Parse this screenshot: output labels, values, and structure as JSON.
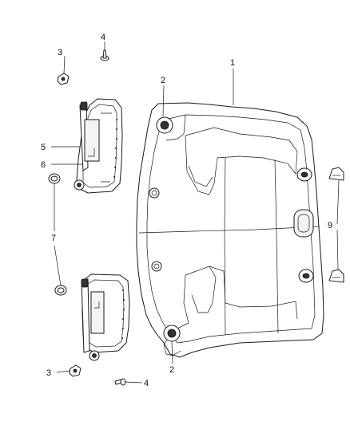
{
  "callouts": {
    "c1": "1",
    "c2_top": "2",
    "c2_bottom": "2",
    "c3_top": "3",
    "c3_bottom": "3",
    "c4_top": "4",
    "c4_bottom": "4",
    "c5": "5",
    "c6": "6",
    "c7": "7",
    "c9": "9"
  }
}
